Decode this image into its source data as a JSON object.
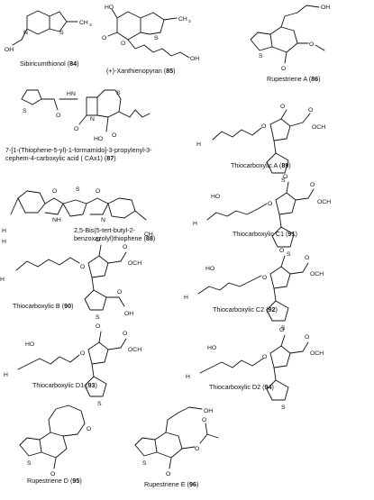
{
  "figure": {
    "compounds": [
      {
        "id": "c84",
        "name": "Sibiricumthionol",
        "number": "84"
      },
      {
        "id": "c85",
        "name": "(+)-Xanthienopyran",
        "number": "85"
      },
      {
        "id": "c86",
        "name": "Rupestriene A",
        "number": "86"
      },
      {
        "id": "c87",
        "name_line1": "7-[1-(Thiophene-5-yl)-1-formamido]-3-propylenyl-3-",
        "name_line2": "cephem-4-carboxylic acid ( CAx1)",
        "number": "87"
      },
      {
        "id": "c88",
        "name_line1": "2,5-Bis(5-tert-butyl-2-",
        "name_line2": "benzoxazolyl)thiophene",
        "number": "88"
      },
      {
        "id": "c89",
        "name": "Thiocarboxylic A",
        "number": "89"
      },
      {
        "id": "c90",
        "name": "Thiocarboxylic B",
        "number": "90"
      },
      {
        "id": "c91",
        "name": "Thiocarboxylic C1",
        "number": "91"
      },
      {
        "id": "c92",
        "name": "Thiocarboxylic C2",
        "number": "92"
      },
      {
        "id": "c93",
        "name": "Thiocarboxylic D1",
        "number": "93"
      },
      {
        "id": "c94",
        "name": "Thiocarboxylic D2",
        "number": "94"
      },
      {
        "id": "c95",
        "name": "Rupestriene D",
        "number": "95"
      },
      {
        "id": "c96",
        "name": "Rupestriene E",
        "number": "96"
      }
    ],
    "atoms": {
      "S": "S",
      "O": "O",
      "N": "N",
      "H": "H",
      "OH": "OH",
      "HO": "HO",
      "NH": "NH",
      "CH3": "CH",
      "C": "C",
      "H3C": "H",
      "sub3": "3",
      "OCH3": "OCH",
      "OCH": "OCH",
      "HN": "H"
    }
  }
}
